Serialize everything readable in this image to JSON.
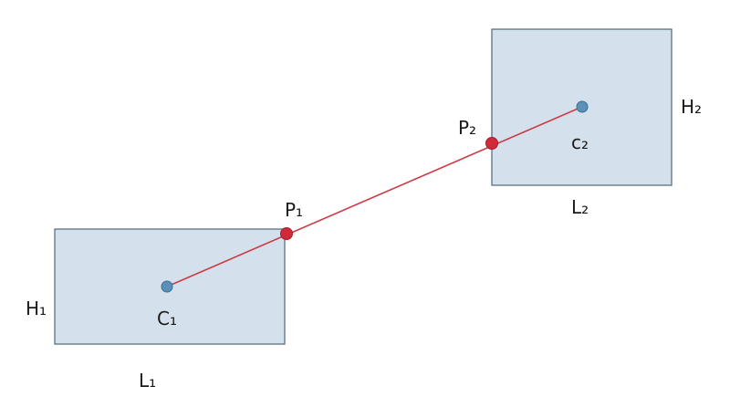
{
  "labels": {
    "h1": "H₁",
    "l1": "L₁",
    "c1": "C₁",
    "p1": "P₁",
    "h2": "H₂",
    "l2": "L₂",
    "c2": "c₂",
    "p2": "P₂"
  },
  "colors": {
    "rectangle_fill": "#d4e1ec",
    "rectangle_stroke": "#51677c",
    "connector_line": "#cc3a45",
    "center_point": "#5b90b8",
    "intersection_point": "#cf2a3a"
  }
}
